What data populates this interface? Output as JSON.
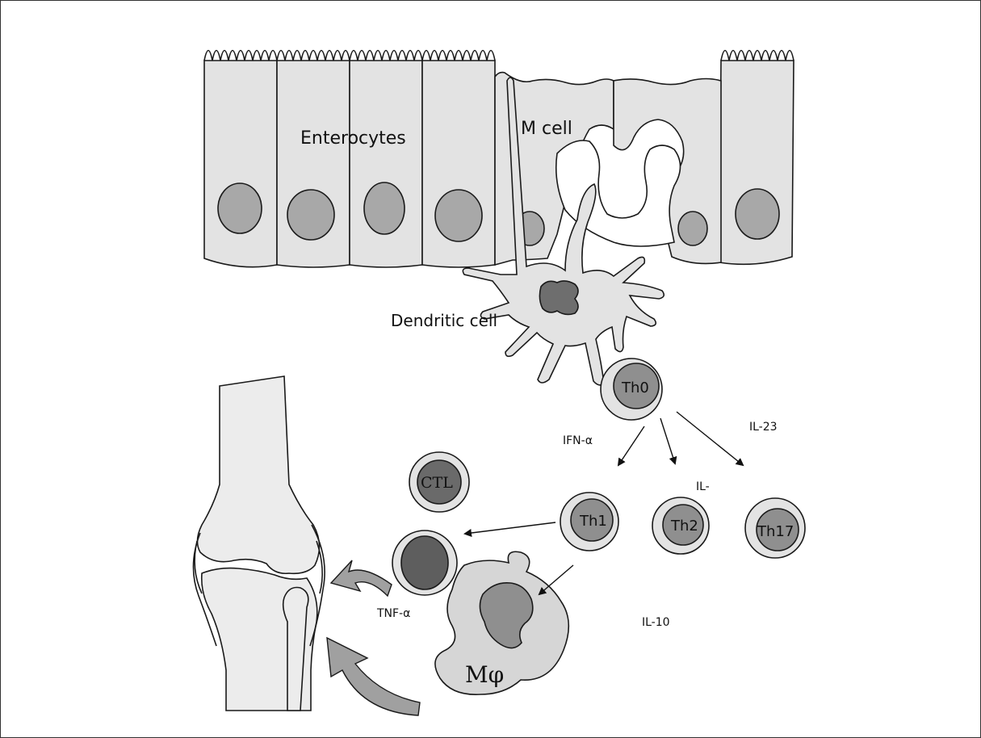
{
  "labels": {
    "enterocytes": "Enterocytes",
    "m_cell": "M cell",
    "dendritic_cell": "Dendritic cell",
    "th0": "Th0",
    "th1": "Th1",
    "th2": "Th2",
    "th17": "Th17",
    "ctl": "CTL",
    "macrophage": "Mφ",
    "ifn_alpha": "IFN-α",
    "il_23": "IL-23",
    "il_partial": "IL-",
    "il_10": "IL-10",
    "tnf_alpha": "TNF-α"
  },
  "colors": {
    "cell_fill": "#e3e3e3",
    "nucleus_light": "#a8a8a8",
    "nucleus_mid": "#8f8f8f",
    "nucleus_dark": "#6a6a6a",
    "block_arrow": "#a0a0a0",
    "stroke": "#1a1a1a",
    "bone_fill": "#ececec"
  },
  "icons": {
    "arrows": "thin-line-arrows",
    "block_arrows": "curved-block-arrows"
  }
}
